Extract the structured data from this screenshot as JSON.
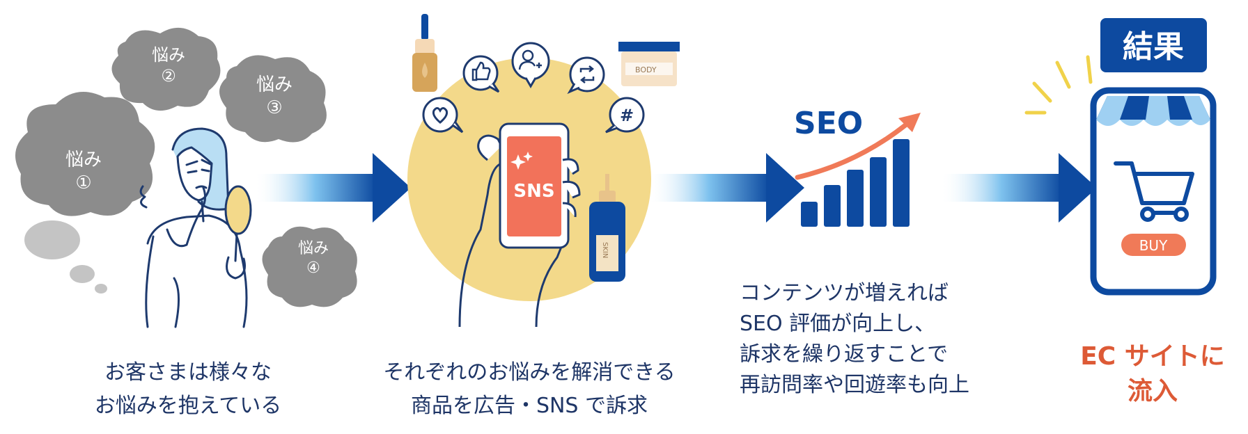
{
  "worries": [
    {
      "label": "悩み",
      "num": "①"
    },
    {
      "label": "悩み",
      "num": "②"
    },
    {
      "label": "悩み",
      "num": "③"
    },
    {
      "label": "悩み",
      "num": "④"
    }
  ],
  "step1": {
    "caption_line1": "お客さまは様々な",
    "caption_line2": "お悩みを抱えている"
  },
  "step2": {
    "phone_label": "SNS",
    "jar_label": "BODY",
    "bottle_label": "SKIN",
    "caption_line1": "それぞれのお悩みを解消できる",
    "caption_line2": "商品を広告・SNS で訴求"
  },
  "step3": {
    "title": "SEO",
    "caption_line1": "コンテンツが増えれば",
    "caption_line2": "SEO 評価が向上し、",
    "caption_line3": "訴求を繰り返すことで",
    "caption_line4": "再訪問率や回遊率も向上"
  },
  "step4": {
    "badge": "結果",
    "buy_label": "BUY",
    "result_line1": "EC サイトに",
    "result_line2": "流入"
  },
  "colors": {
    "navy": "#0d4aa0",
    "orange": "#f07a58",
    "cloud": "#8c8c8c",
    "yellow": "#f3d98a",
    "result": "#dd5a36"
  },
  "icons": [
    "heart-icon",
    "thumbs-up-icon",
    "add-user-icon",
    "repost-icon",
    "hashtag-icon",
    "sparkle-icon",
    "shopping-cart-icon"
  ]
}
